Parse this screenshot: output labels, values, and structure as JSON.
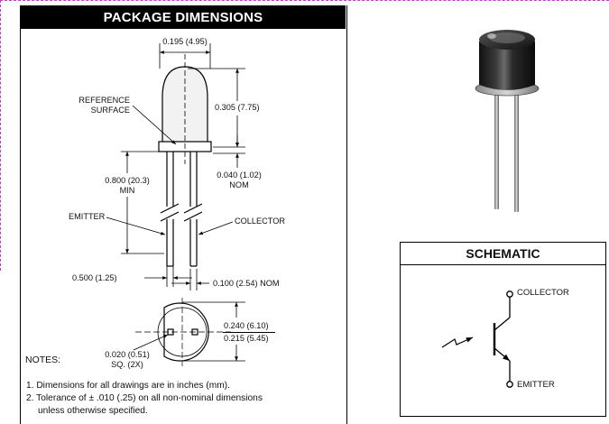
{
  "package": {
    "title": "PACKAGE DIMENSIONS",
    "dims": {
      "width": "0.195 (4.95)",
      "body_height": "0.305 (7.75)",
      "flange": "0.040 (1.02)",
      "flange_nom": "NOM",
      "lead_length": "0.800 (20.3)",
      "lead_min": "MIN",
      "lead_diameter": "0.500 (1.25)",
      "lead_spacing": "0.100 (2.54) NOM",
      "outer_dia": "0.240 (6.10)",
      "inner_dia": "0.215 (5.45)",
      "pad_size": "0.020 (0.51)",
      "pad_sq": "SQ. (2X)"
    },
    "labels": {
      "reference_line1": "REFERENCE",
      "reference_line2": "SURFACE",
      "emitter": "EMITTER",
      "collector": "COLLECTOR"
    },
    "notes_title": "NOTES:",
    "notes": [
      "1. Dimensions for all drawings are in inches (mm).",
      "2. Tolerance of ± .010 (.25) on all non-nominal dimensions",
      "unless otherwise specified."
    ]
  },
  "schematic": {
    "title": "SCHEMATIC",
    "collector": "COLLECTOR",
    "emitter": "EMITTER"
  },
  "colors": {
    "border_dashed": "#c43ac9",
    "header_bg": "#000000",
    "header_text": "#ffffff"
  }
}
